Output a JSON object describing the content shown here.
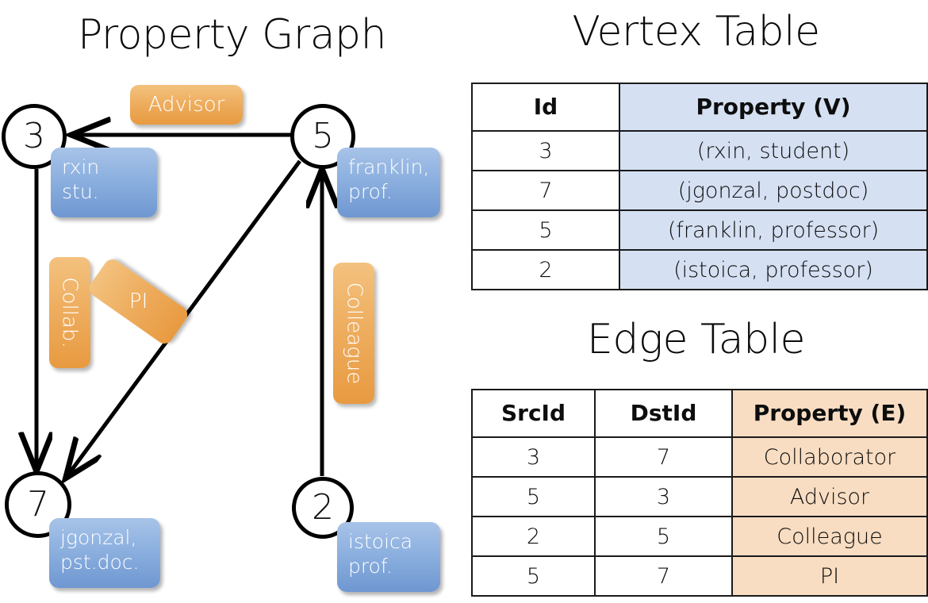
{
  "titles": {
    "property_graph": "Property Graph",
    "vertex_table": "Vertex Table",
    "edge_table": "Edge Table"
  },
  "graph": {
    "nodes": [
      {
        "id": "3",
        "label_lines": "rxin\nstu.",
        "label_line1": "rxin",
        "label_line2": "stu."
      },
      {
        "id": "5",
        "label_line1": "franklin,",
        "label_line2": "prof."
      },
      {
        "id": "7",
        "label_line1": "jgonzal,",
        "label_line2": "pst.doc."
      },
      {
        "id": "2",
        "label_line1": "istoica",
        "label_line2": "prof."
      }
    ],
    "edge_labels": [
      {
        "text": "Advisor",
        "orientation": "horizontal"
      },
      {
        "text": "Collab.",
        "orientation": "vertical"
      },
      {
        "text": "PI",
        "orientation": "diagonal"
      },
      {
        "text": "Colleague",
        "orientation": "vertical"
      }
    ],
    "edges": [
      {
        "from": "5",
        "to": "3",
        "label": "Advisor"
      },
      {
        "from": "3",
        "to": "7",
        "label": "Collab."
      },
      {
        "from": "5",
        "to": "7",
        "label": "PI"
      },
      {
        "from": "2",
        "to": "5",
        "label": "Colleague"
      }
    ]
  },
  "vertex_table": {
    "headers": [
      "Id",
      "Property (V)"
    ],
    "rows": [
      {
        "id": "3",
        "property": "(rxin, student)"
      },
      {
        "id": "7",
        "property": "(jgonzal, postdoc)"
      },
      {
        "id": "5",
        "property": "(franklin, professor)"
      },
      {
        "id": "2",
        "property": "(istoica, professor)"
      }
    ]
  },
  "edge_table": {
    "headers": [
      "SrcId",
      "DstId",
      "Property (E)"
    ],
    "rows": [
      {
        "src": "3",
        "dst": "7",
        "property": "Collaborator"
      },
      {
        "src": "5",
        "dst": "3",
        "property": "Advisor"
      },
      {
        "src": "2",
        "dst": "5",
        "property": "Colleague"
      },
      {
        "src": "5",
        "dst": "7",
        "property": "PI"
      }
    ]
  },
  "colors": {
    "vertex_property_cell": "#d5e0f2",
    "edge_property_cell": "#f8ddc2",
    "node_property_box": "#8cb0df",
    "edge_label_box": "#eeae60",
    "stroke": "#000000"
  }
}
